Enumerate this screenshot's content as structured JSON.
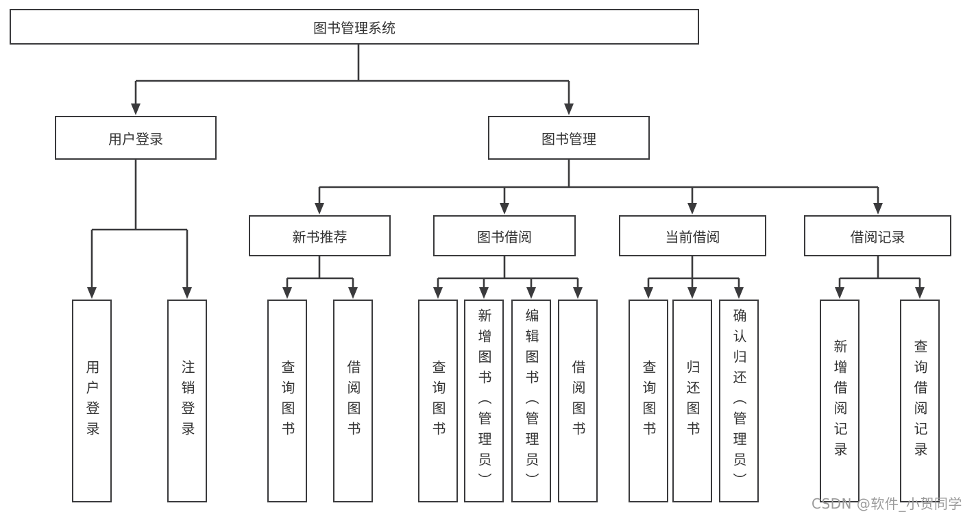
{
  "diagram": {
    "root": {
      "label": "图书管理系统"
    },
    "level2": [
      {
        "label": "用户登录"
      },
      {
        "label": "图书管理"
      }
    ],
    "level3": [
      {
        "label": "新书推荐"
      },
      {
        "label": "图书借阅"
      },
      {
        "label": "当前借阅"
      },
      {
        "label": "借阅记录"
      }
    ],
    "leaves": {
      "user_login": [
        {
          "label": "用户登录"
        },
        {
          "label": "注销登录"
        }
      ],
      "new_book_recommend": [
        {
          "label": "查询图书"
        },
        {
          "label": "借阅图书"
        }
      ],
      "book_borrow": [
        {
          "label": "查询图书"
        },
        {
          "label": "新增图书（管理员）"
        },
        {
          "label": "编辑图书（管理员）"
        },
        {
          "label": "借阅图书"
        }
      ],
      "current_borrow": [
        {
          "label": "查询图书"
        },
        {
          "label": "归还图书"
        },
        {
          "label": "确认归还（管理员）"
        }
      ],
      "borrow_record": [
        {
          "label": "新增借阅记录"
        },
        {
          "label": "查询借阅记录"
        }
      ]
    },
    "watermark": "CSDN @软件_小贺同学",
    "colors": {
      "line": "#3a3a3c",
      "node_border": "#3a3a3c",
      "text": "#333333",
      "watermark": "#9b9b9b",
      "background": "#ffffff"
    }
  }
}
